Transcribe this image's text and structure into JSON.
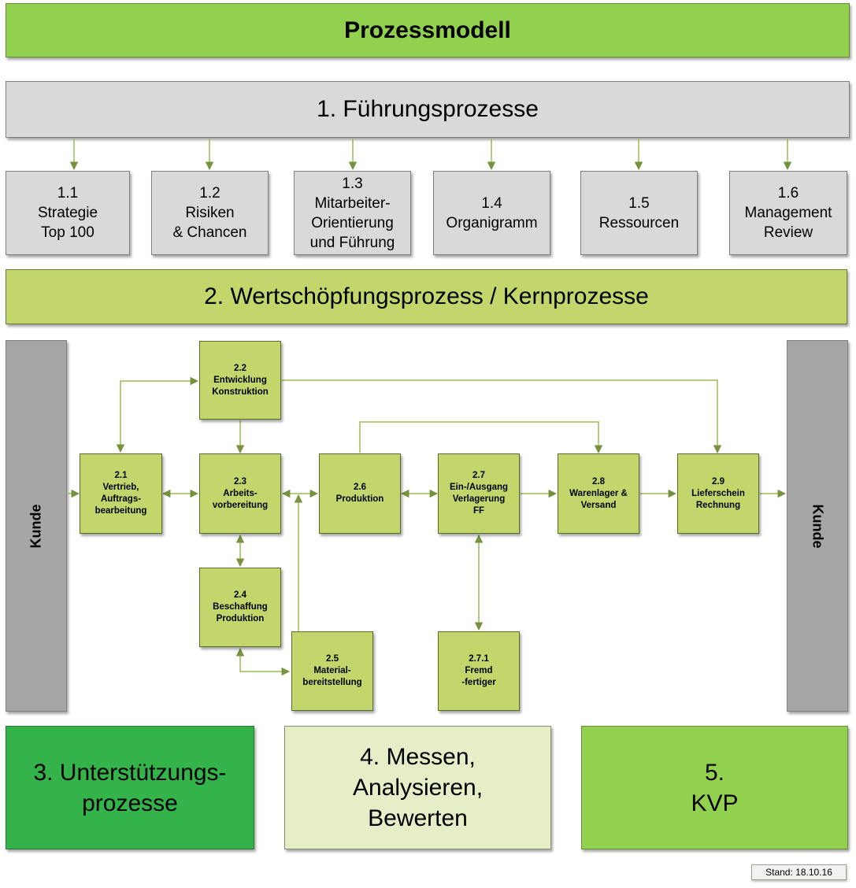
{
  "title": "Prozessmodell",
  "leadership": {
    "title": "1. Führungsprozesse",
    "items": [
      {
        "label": "1.1\nStrategie\nTop 100"
      },
      {
        "label": "1.2\nRisiken\n& Chancen"
      },
      {
        "label": "1.3\nMitarbeiter-\nOrientierung\nund Führung"
      },
      {
        "label": "1.4\nOrganigramm"
      },
      {
        "label": "1.5\nRessourcen"
      },
      {
        "label": "1.6\nManagement\nReview"
      }
    ]
  },
  "core": {
    "title": "2. Wertschöpfungsprozess / Kernprozesse",
    "customer_left": "Kunde",
    "customer_right": "Kunde",
    "processes": {
      "p21": "2.1\nVertrieb,\nAuftrags-\nbearbeitung",
      "p22": "2.2\nEntwicklung\nKonstruktion",
      "p23": "2.3\nArbeits-\nvorbereitung",
      "p24": "2.4\nBeschaffung\nProduktion",
      "p25": "2.5\nMaterial-\nbereitstellung",
      "p26": "2.6\nProduktion",
      "p27": "2.7\nEin-/Ausgang\nVerlagerung\nFF",
      "p271": "2.7.1\nFremd\n-fertiger",
      "p28": "2.8\nWarenlager &\nVersand",
      "p29": "2.9\nLieferschein\nRechnung"
    }
  },
  "support": "3. Unterstützungs-\nprozesse",
  "measure": "4. Messen,\nAnalysieren,\nBewerten",
  "kvp": "5.\nKVP",
  "stand": "Stand: 18.10.16",
  "colors": {
    "header_green": "#92d050",
    "leadership_grey": "#d9d9d9",
    "core_lime": "#c3d66b",
    "customer_grey": "#a6a6a6",
    "support_green": "#34b34a",
    "measure_pale": "#e6eec7",
    "kvp_green": "#92d050",
    "arrow": "#76923c"
  }
}
